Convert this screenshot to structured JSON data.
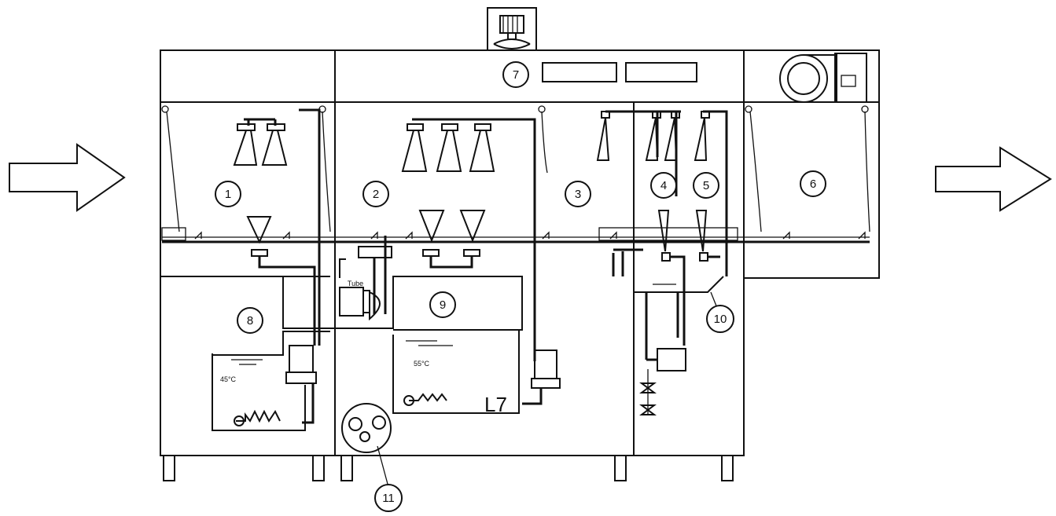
{
  "callouts": [
    "1",
    "2",
    "3",
    "4",
    "5",
    "6",
    "7",
    "8",
    "9",
    "10",
    "11"
  ],
  "tank_temps": {
    "left": "45°C",
    "right": "55°C"
  },
  "pump_small_label": "Tube",
  "machine_code": "L7"
}
